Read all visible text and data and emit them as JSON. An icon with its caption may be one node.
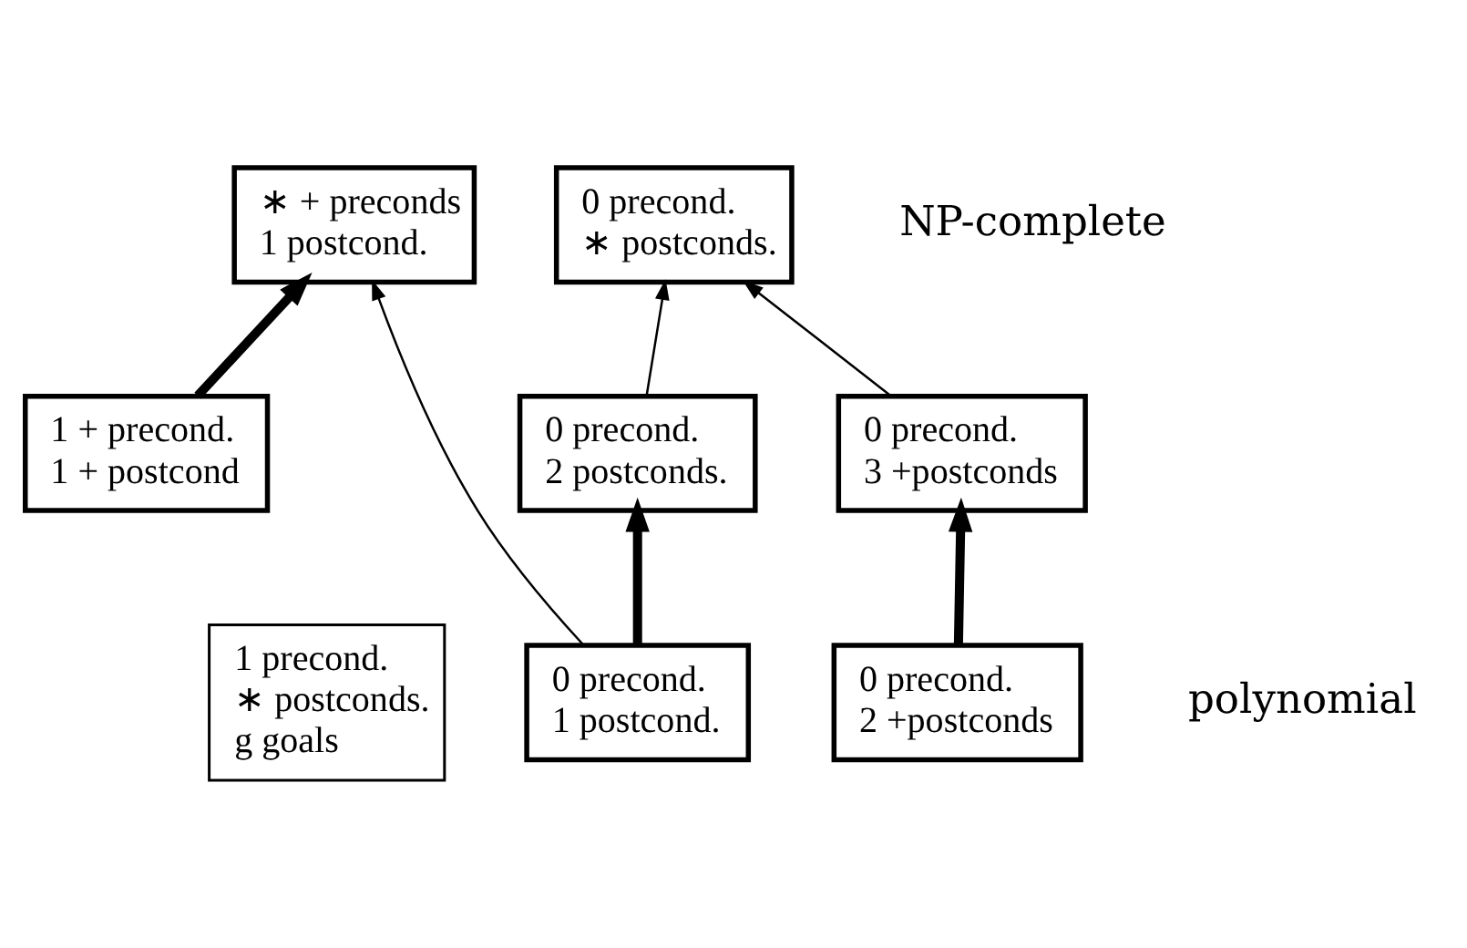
{
  "diagram": {
    "nodes": [
      {
        "text": [
          "∗ + preconds",
          "1 postcond."
        ]
      },
      {
        "text": [
          "0 precond.",
          "∗ postconds."
        ]
      },
      {
        "text": [
          "1 + precond.",
          "1 + postcond"
        ]
      },
      {
        "text": [
          "0 precond.",
          "2 postconds."
        ]
      },
      {
        "text": [
          "0 precond.",
          "3 +postconds"
        ]
      },
      {
        "text": [
          "1 precond.",
          "∗ postconds.",
          "g goals"
        ]
      },
      {
        "text": [
          "0 precond.",
          "1 postcond."
        ]
      },
      {
        "text": [
          "0 precond.",
          "2 +postconds"
        ]
      }
    ],
    "edges": [
      {
        "from": 2,
        "to": 0,
        "arrow": "to",
        "style": "thick"
      },
      {
        "from": 6,
        "to": 0,
        "arrow": "to"
      },
      {
        "from": 3,
        "to": 1,
        "arrow": "to"
      },
      {
        "from": 4,
        "to": 1,
        "arrow": "to"
      },
      {
        "from": 6,
        "to": 3,
        "arrow": "to",
        "style": "thick"
      },
      {
        "from": 7,
        "to": 4,
        "arrow": "to",
        "style": "thick"
      }
    ],
    "labels": [
      "NP-complete",
      "polynomial"
    ]
  }
}
